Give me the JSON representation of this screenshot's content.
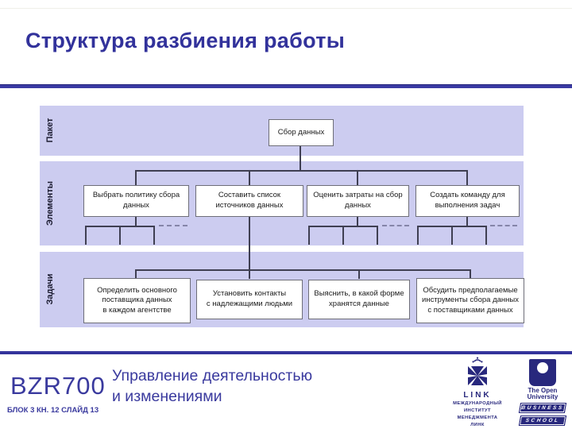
{
  "slide": {
    "title": "Структура разбиения работы"
  },
  "diagram": {
    "bands": [
      {
        "label": "Пакет"
      },
      {
        "label": "Элементы"
      },
      {
        "label": "Задачи"
      }
    ],
    "root": {
      "label": "Сбор данных"
    },
    "elements": [
      {
        "label": "Выбрать политику сбора\nданных"
      },
      {
        "label": "Составить список\nисточников данных"
      },
      {
        "label": "Оценить затраты на сбор\nданных"
      },
      {
        "label": "Создать команду для\nвыполнения задач"
      }
    ],
    "tasks": [
      {
        "label": "Определить основного\nпоставщика данных\nв каждом агентстве"
      },
      {
        "label": "Установить контакты\nс надлежащими людьми"
      },
      {
        "label": "Выяснить, в какой форме\nхранятся данные"
      },
      {
        "label": "Обсудить предполагаемые\nинструменты сбора данных\nс поставщиками данных"
      }
    ]
  },
  "footer": {
    "course_code": "BZR700",
    "slide_ref": "БЛОК 3 КН. 12 СЛАЙД 13",
    "course_title": "Управление деятельностью\nи изменениями",
    "link_logo": {
      "name": "LINK",
      "subtitle": "МЕЖДУНАРОДНЫЙ\nИНСТИТУТ\nМЕНЕДЖМЕНТА\nЛИНК"
    },
    "ou_logo": {
      "name": "The Open\nUniversity",
      "badge1": "BUSINESS",
      "badge2": "SCHOOL"
    }
  },
  "colors": {
    "accent_navy": "#333399",
    "band_lavender": "#ccccf0",
    "logo_navy": "#28287d",
    "connector": "#3f3f52"
  }
}
